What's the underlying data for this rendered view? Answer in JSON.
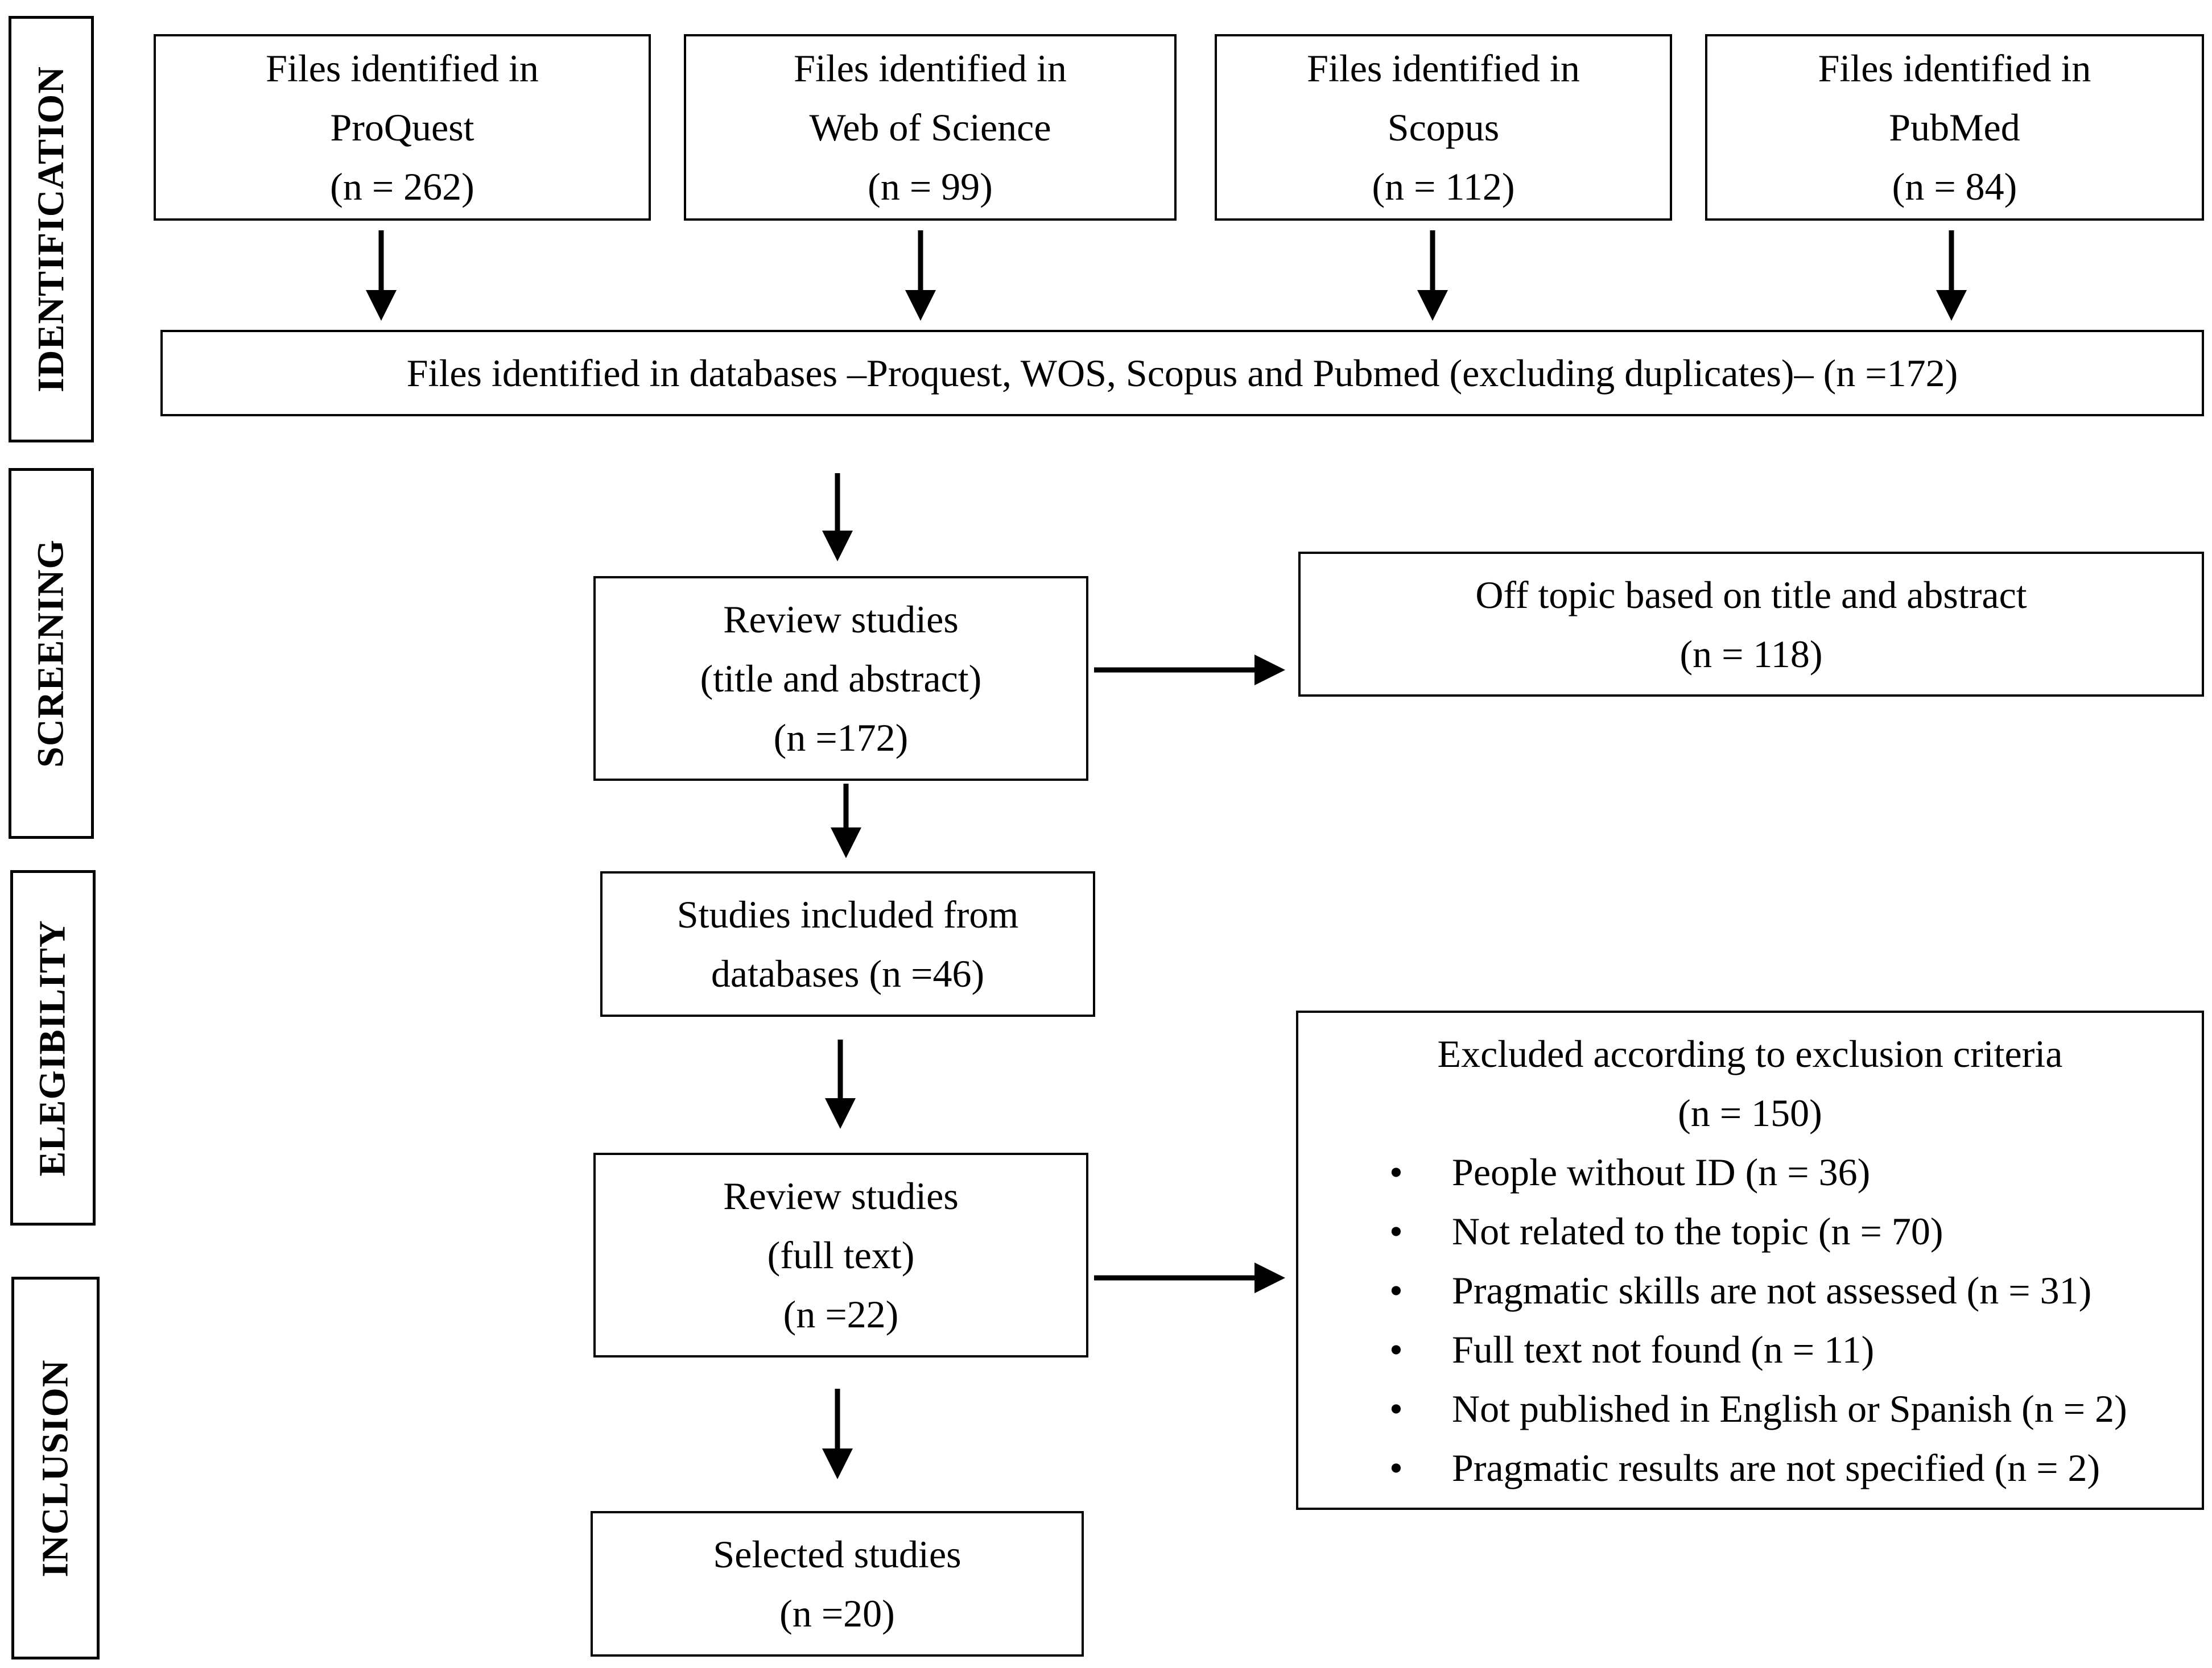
{
  "stages": {
    "identification": "IDENTIFICATION",
    "screening": "SCREENING",
    "eligibility": "ELEGIBILITY",
    "inclusion": "INCLUSION"
  },
  "sources": [
    {
      "line1": "Files identified in",
      "line2": "ProQuest",
      "count": "(n = 262)"
    },
    {
      "line1": "Files identified in",
      "line2": "Web of Science",
      "count": "(n = 99)"
    },
    {
      "line1": "Files identified in",
      "line2": "Scopus",
      "count": "(n = 112)"
    },
    {
      "line1": "Files identified in",
      "line2": "PubMed",
      "count": "(n = 84)"
    }
  ],
  "merged": {
    "text": "Files identified in databases –Proquest, WOS, Scopus and Pubmed (excluding duplicates)– (n =172)"
  },
  "review_title_abstract": {
    "line1": "Review studies",
    "line2": "(title and abstract)",
    "count": "(n =172)"
  },
  "off_topic": {
    "line1": "Off topic based on title and abstract",
    "count": "(n = 118)"
  },
  "included_from_databases": {
    "line1": "Studies included from",
    "line2": "databases (n =46)"
  },
  "review_full_text": {
    "line1": "Review studies",
    "line2": "(full text)",
    "count": "(n =22)"
  },
  "excluded": {
    "title": "Excluded according to exclusion criteria",
    "count": "(n = 150)",
    "bullet": "•",
    "items": [
      "People without ID (n = 36)",
      "Not related to the topic (n = 70)",
      "Pragmatic skills are not assessed (n = 31)",
      "Full text not found (n = 11)",
      "Not published in English or Spanish (n = 2)",
      "Pragmatic results are not specified (n = 2)"
    ]
  },
  "selected": {
    "line1": "Selected studies",
    "count": "(n =20)"
  },
  "colors": {
    "stroke": "#000000",
    "background": "#ffffff"
  }
}
